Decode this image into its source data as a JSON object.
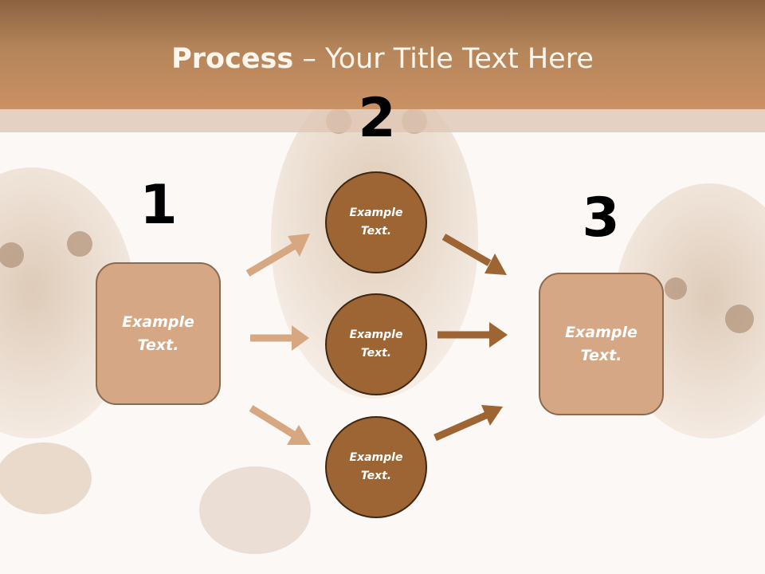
{
  "slide": {
    "title_bold": "Process",
    "title_rest": " – Your Title Text Here",
    "step_numbers": [
      "1",
      "2",
      "3"
    ],
    "left_box_text": "Example\nText.",
    "right_box_text": "Example\nText.",
    "circles": [
      {
        "text": "Example\nText."
      },
      {
        "text": "Example\nText."
      },
      {
        "text": "Example\nText."
      }
    ]
  },
  "colors": {
    "header_brown": "#b5855a",
    "box_fill": "#d5a785",
    "circle_fill": "#9c6533",
    "arrow_light": "#d6a781",
    "arrow_dark": "#9c6533"
  },
  "background": {
    "image": "photo-of-kittens-peeking-through-torn-paper"
  }
}
